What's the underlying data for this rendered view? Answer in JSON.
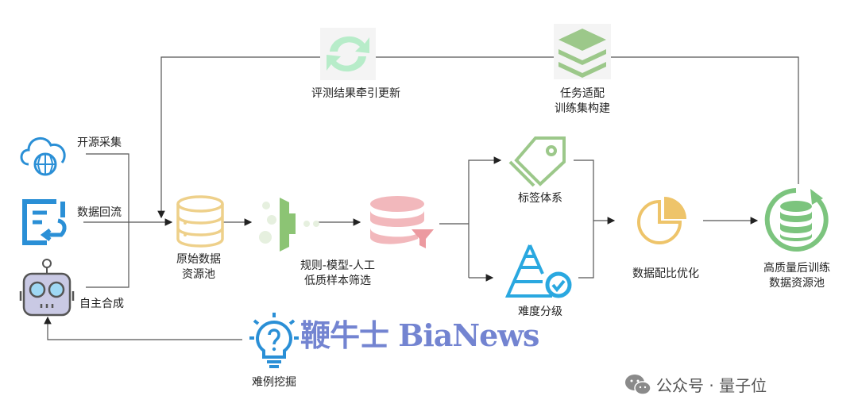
{
  "sources": [
    {
      "label": "开源采集",
      "icon": "cloud-globe-icon"
    },
    {
      "label": "数据回流",
      "icon": "data-return-icon"
    },
    {
      "label": "自主合成",
      "icon": "robot-icon"
    }
  ],
  "nodes": {
    "raw_pool": {
      "line1": "原始数据",
      "line2": "资源池"
    },
    "filter": {
      "line1": "规则-模型-人工",
      "line2": "低质样本筛选"
    },
    "tag": {
      "label": "标签体系"
    },
    "difficulty": {
      "label": "难度分级"
    },
    "ratio": {
      "label": "数据配比优化"
    },
    "final_pool": {
      "line1": "高质量后训练",
      "line2": "数据资源池"
    },
    "eval": {
      "label": "评测结果牵引更新"
    },
    "task": {
      "line1": "任务适配",
      "line2": "训练集构建"
    },
    "hard": {
      "label": "难例挖掘"
    }
  },
  "watermark": "鞭牛士 BiaNews",
  "brand": "公众号 · 量子位",
  "colors": {
    "blue": "#2a8fd6",
    "green": "#8cc474",
    "yellow": "#eec46a",
    "red": "#ec9aa0",
    "line": "#444444"
  }
}
